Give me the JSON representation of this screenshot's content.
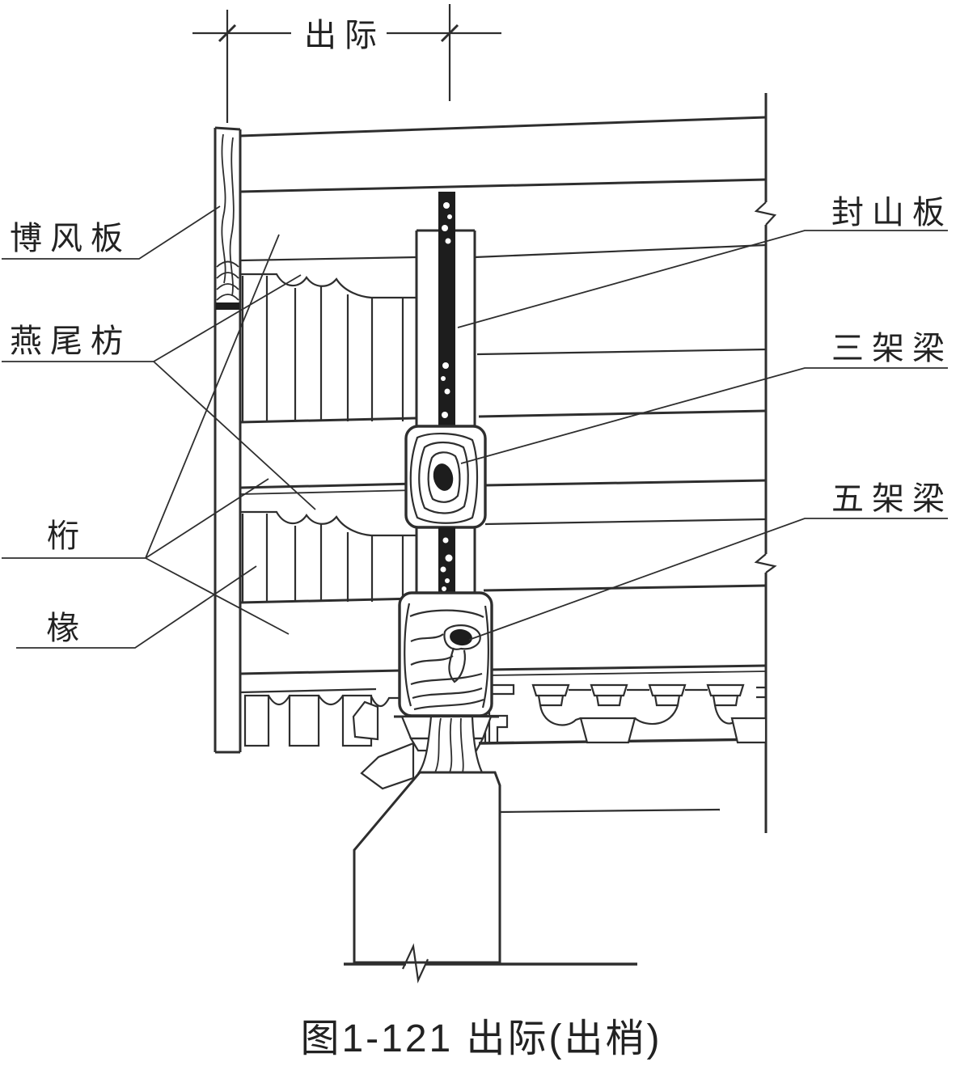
{
  "figure": {
    "dimension": {
      "label": "出际"
    },
    "labels_left": [
      {
        "id": "gable-board",
        "text": "博风板"
      },
      {
        "id": "swallowtail-tie",
        "text": "燕尾枋"
      },
      {
        "id": "purlin",
        "text": "桁"
      },
      {
        "id": "rafter",
        "text": "椽"
      }
    ],
    "labels_right": [
      {
        "id": "gable-seal-board",
        "text": "封山板"
      },
      {
        "id": "three-purlin-beam",
        "text": "三架梁"
      },
      {
        "id": "five-purlin-beam",
        "text": "五架梁"
      }
    ],
    "caption": "图1-121 出际(出梢)",
    "colors": {
      "line": "#2e2e2e",
      "fill_black": "#1d1d1d",
      "background": "#ffffff"
    }
  }
}
